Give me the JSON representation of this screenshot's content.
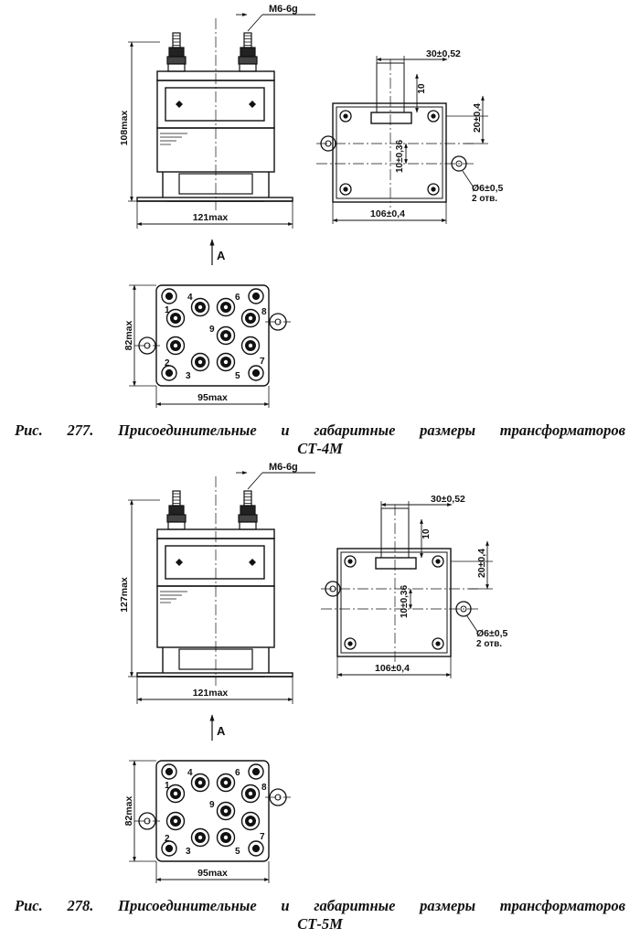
{
  "figures": [
    {
      "id": "fig277",
      "caption_line1": "Рис.  277.  Присоединительные  и  габаритные  размеры  трансформаторов",
      "caption_line2": "СТ-4М",
      "front": {
        "thread": "М6-6g",
        "height": "108max",
        "width": "121max",
        "view_arrow": "А"
      },
      "side": {
        "top_dim": "30±0,52",
        "top_small": "10",
        "right_dim": "20±0,4",
        "center_dim": "10±0,36",
        "hole_dim": "Ø6±0,5",
        "holes_count": "2 отв.",
        "width": "106±0,4"
      },
      "bottom": {
        "height": "82max",
        "width": "95max",
        "terminals": [
          "1",
          "2",
          "3",
          "4",
          "5",
          "6",
          "7",
          "8",
          "9"
        ]
      }
    },
    {
      "id": "fig278",
      "caption_line1": "Рис.  278.  Присоединительные  и  габаритные  размеры  трансформаторов",
      "caption_line2": "СТ-5М",
      "front": {
        "thread": "М6-6g",
        "height": "127max",
        "width": "121max",
        "view_arrow": "А"
      },
      "side": {
        "top_dim": "30±0,52",
        "top_small": "10",
        "right_dim": "20±0,4",
        "center_dim": "10±0,36",
        "hole_dim": "Ø6±0,5",
        "holes_count": "2 отв.",
        "width": "106±0,4"
      },
      "bottom": {
        "height": "82max",
        "width": "95max",
        "terminals": [
          "1",
          "2",
          "3",
          "4",
          "5",
          "6",
          "7",
          "8",
          "9"
        ]
      }
    }
  ]
}
